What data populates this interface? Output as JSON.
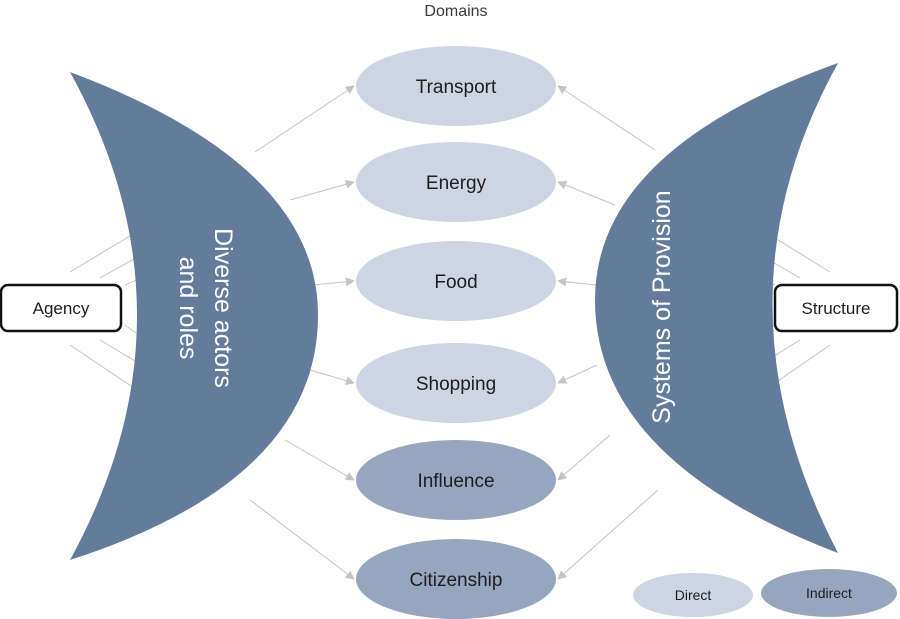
{
  "title": "Domains",
  "left_crescent": {
    "label_line1": "Diverse actors",
    "label_line2": "and roles"
  },
  "right_crescent": {
    "label": "Systems of Provision"
  },
  "left_box": {
    "label": "Agency"
  },
  "right_box": {
    "label": "Structure"
  },
  "domains": [
    {
      "label": "Transport",
      "kind": "direct"
    },
    {
      "label": "Energy",
      "kind": "direct"
    },
    {
      "label": "Food",
      "kind": "direct"
    },
    {
      "label": "Shopping",
      "kind": "direct"
    },
    {
      "label": "Influence",
      "kind": "indirect"
    },
    {
      "label": "Citizenship",
      "kind": "indirect"
    }
  ],
  "legend": [
    {
      "label": "Direct",
      "kind": "direct"
    },
    {
      "label": "Indirect",
      "kind": "indirect"
    }
  ],
  "colors": {
    "crescent": "#647c9c",
    "direct": "#ccd5e1",
    "indirect": "#97a6bf",
    "connector": "#c4c4c4",
    "box_border": "#111111"
  }
}
